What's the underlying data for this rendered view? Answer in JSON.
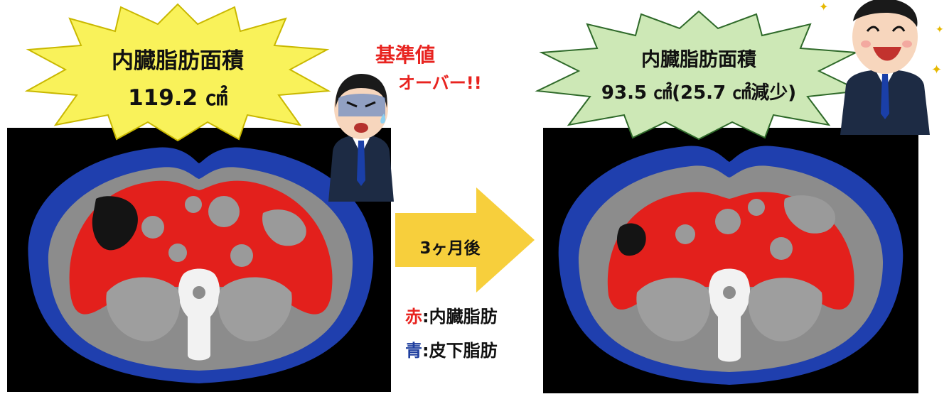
{
  "before": {
    "label": "内臓脂肪面積",
    "value": "119.2 ㎠",
    "warning_line1": "基準値",
    "warning_line2": "オーバー!!"
  },
  "after": {
    "label": "内臓脂肪面積",
    "value": "93.5 ㎠(25.7 ㎠減少)"
  },
  "arrow": {
    "label": "3ヶ月後"
  },
  "legend": {
    "red_key": "赤",
    "red_label": ":内臓脂肪",
    "blue_key": "青",
    "blue_label": ":皮下脂肪"
  },
  "colors": {
    "visceral_fat": "#e3201c",
    "subcutaneous_fat": "#1f3fae",
    "burst_yellow": "#f9f25a",
    "burst_green": "#cde8b6",
    "arrow": "#f7cf3c"
  }
}
